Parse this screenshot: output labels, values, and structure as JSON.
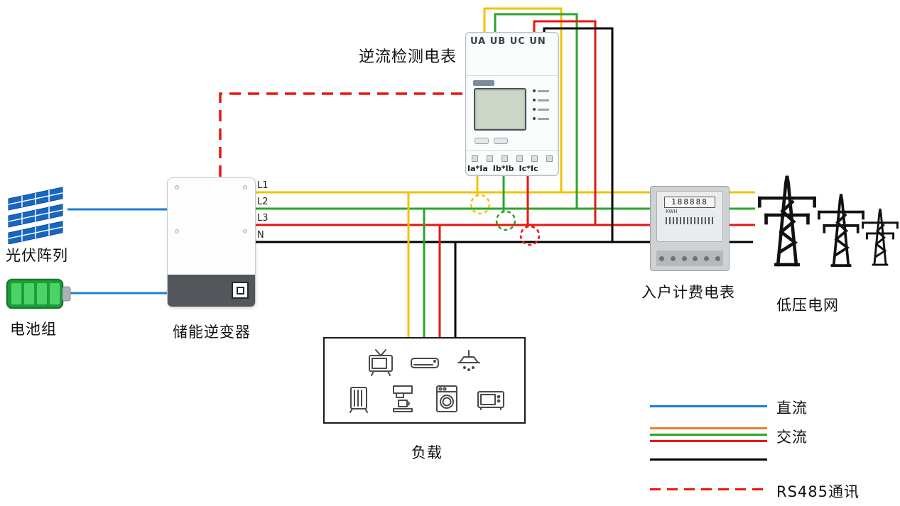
{
  "labels": {
    "reverse_meter": "逆流检测电表",
    "pv_array": "光伏阵列",
    "battery": "电池组",
    "inverter": "储能逆变器",
    "billing_meter": "入户计费电表",
    "grid": "低压电网",
    "load": "负载"
  },
  "meter": {
    "voltage_terminals": "UA UB UC UN",
    "ct_terminals": [
      "Ia*Ia",
      "Ib*Ib",
      "Ic*Ic"
    ]
  },
  "phase_labels": [
    "L1",
    "L2",
    "L3",
    "N"
  ],
  "billing_meter": {
    "display": "188888",
    "unit": "KWH"
  },
  "legend": {
    "dc": "直流",
    "ac": "交流",
    "rs485": "RS485通讯"
  },
  "colors": {
    "dc_blue": "#1e7bd7",
    "phase_a_yellow": "#f2c200",
    "phase_b_green": "#2aa52a",
    "phase_c_red": "#e8170f",
    "neutral_black": "#000000",
    "ac_orange": "#ef7d2d",
    "rs485_red": "#e8170f"
  }
}
